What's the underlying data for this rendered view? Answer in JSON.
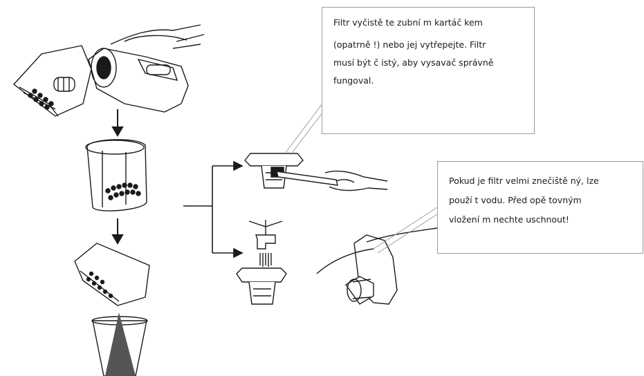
{
  "callouts": {
    "brush_cleaning": {
      "lines": [
        "Filtr vyčistě te zubní m kartáč kem",
        "(opatrně !) nebo jej vytřepejte. Filtr",
        "musí být č istý, aby vysavač správně",
        "fungoval."
      ]
    },
    "water_cleaning": {
      "lines": [
        "Pokud je filtr velmi znečiště ný, lze",
        "použí t vodu. Před opě tovným",
        "vložení m nechte uschnout!"
      ]
    }
  },
  "colors": {
    "line": "#1a1a1a",
    "frame": "#9a9a9a"
  }
}
